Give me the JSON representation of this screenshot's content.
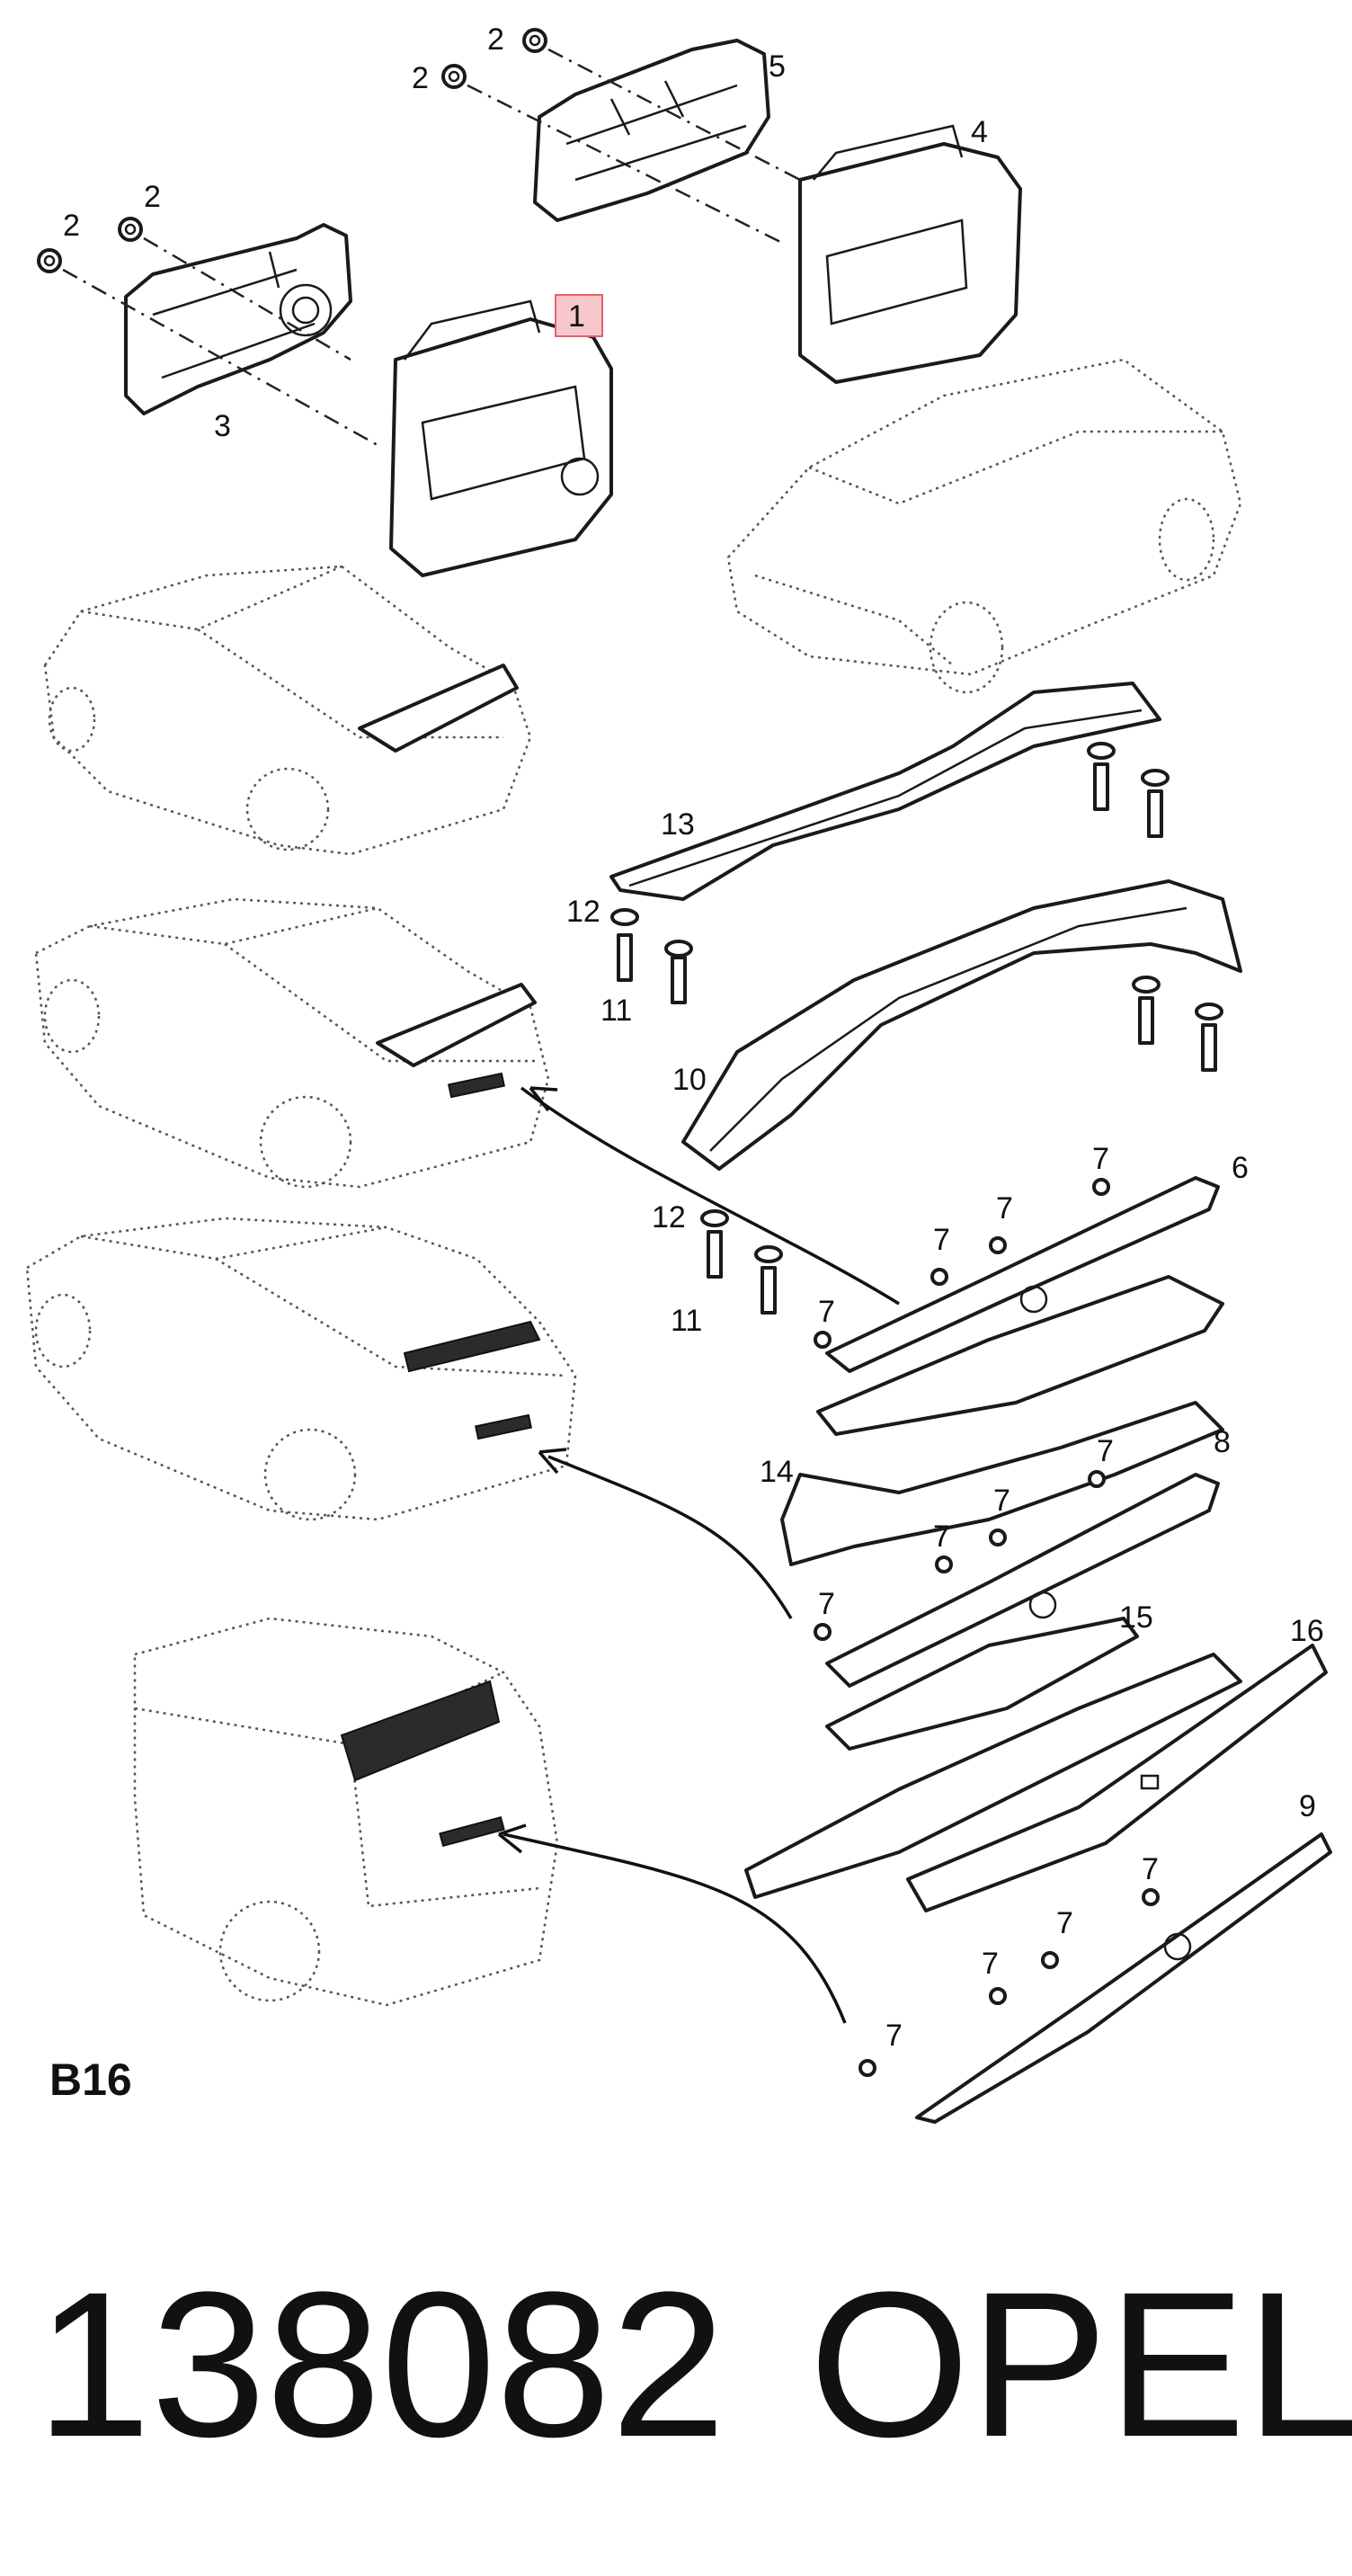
{
  "section": "B16",
  "footer": {
    "part_number": "138082",
    "brand": "OPEL"
  },
  "highlight_color": "#e8606a",
  "callouts": {
    "c1": "1",
    "c2a": "2",
    "c2b": "2",
    "c2c": "2",
    "c2d": "2",
    "c3": "3",
    "c4": "4",
    "c5": "5",
    "c6": "6",
    "c7a": "7",
    "c7b": "7",
    "c7c": "7",
    "c7d": "7",
    "c7e": "7",
    "c7f": "7",
    "c7g": "7",
    "c7h": "7",
    "c7i": "7",
    "c7j": "7",
    "c7k": "7",
    "c7l": "7",
    "c8": "8",
    "c9": "9",
    "c10": "10",
    "c11a": "11",
    "c11b": "11",
    "c12a": "12",
    "c12b": "12",
    "c13": "13",
    "c14": "14",
    "c15": "15",
    "c16": "16"
  }
}
